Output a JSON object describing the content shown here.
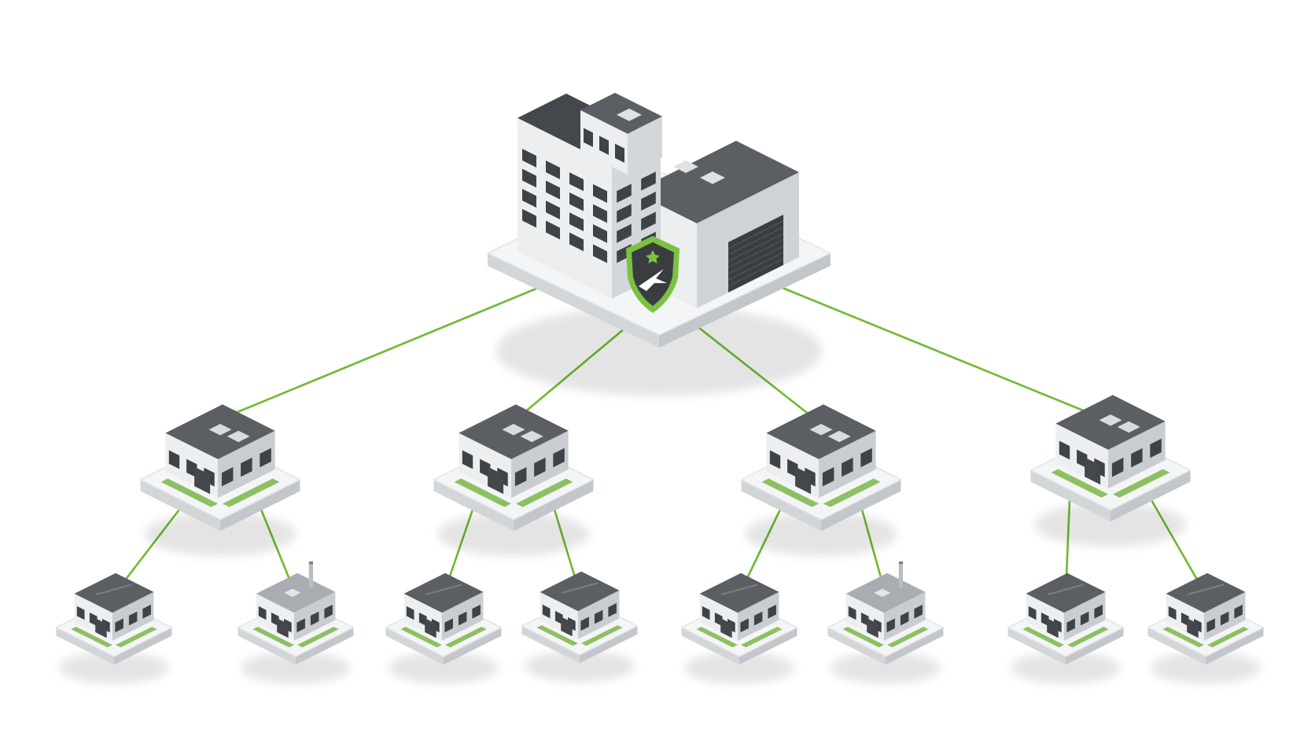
{
  "colors": {
    "background": "#ffffff",
    "connector": "#6dbb2f",
    "connector_glow": "#a6f05a",
    "platform_top": "#f4f5f6",
    "platform_side": "#d3d6d9",
    "wall_light": "#eceef0",
    "wall_shade": "#c9ccd0",
    "roof": "#5b5f64",
    "roof_dark": "#44484d",
    "window": "#3e4347",
    "shield_fill": "#3a3d40",
    "shield_border": "#7cc242",
    "grass": "#7ab648"
  },
  "hierarchy": {
    "headquarters": {
      "icon": "shield-icon",
      "kind": "headquarters-building"
    },
    "regional_sites": [
      {
        "kind": "warehouse",
        "children": [
          "house",
          "factory"
        ]
      },
      {
        "kind": "warehouse",
        "children": [
          "house",
          "house"
        ]
      },
      {
        "kind": "warehouse",
        "children": [
          "house",
          "factory"
        ]
      },
      {
        "kind": "warehouse",
        "children": [
          "house",
          "house"
        ]
      }
    ]
  }
}
